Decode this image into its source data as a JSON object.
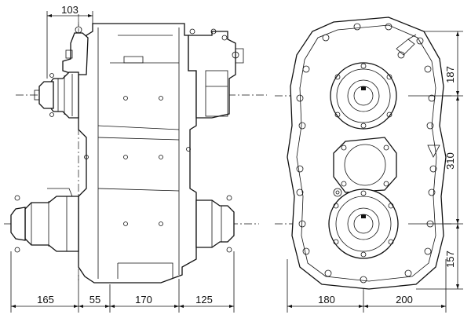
{
  "drawing": {
    "side_view": {
      "dimensions": {
        "top": "103",
        "bottom_left_input": "165",
        "bottom_a": "55",
        "bottom_b": "170",
        "bottom_c": "125"
      }
    },
    "front_view": {
      "dimensions": {
        "right_top": "187",
        "right_middle": "310",
        "right_bottom": "157",
        "bottom_left": "180",
        "bottom_right": "200"
      }
    }
  }
}
